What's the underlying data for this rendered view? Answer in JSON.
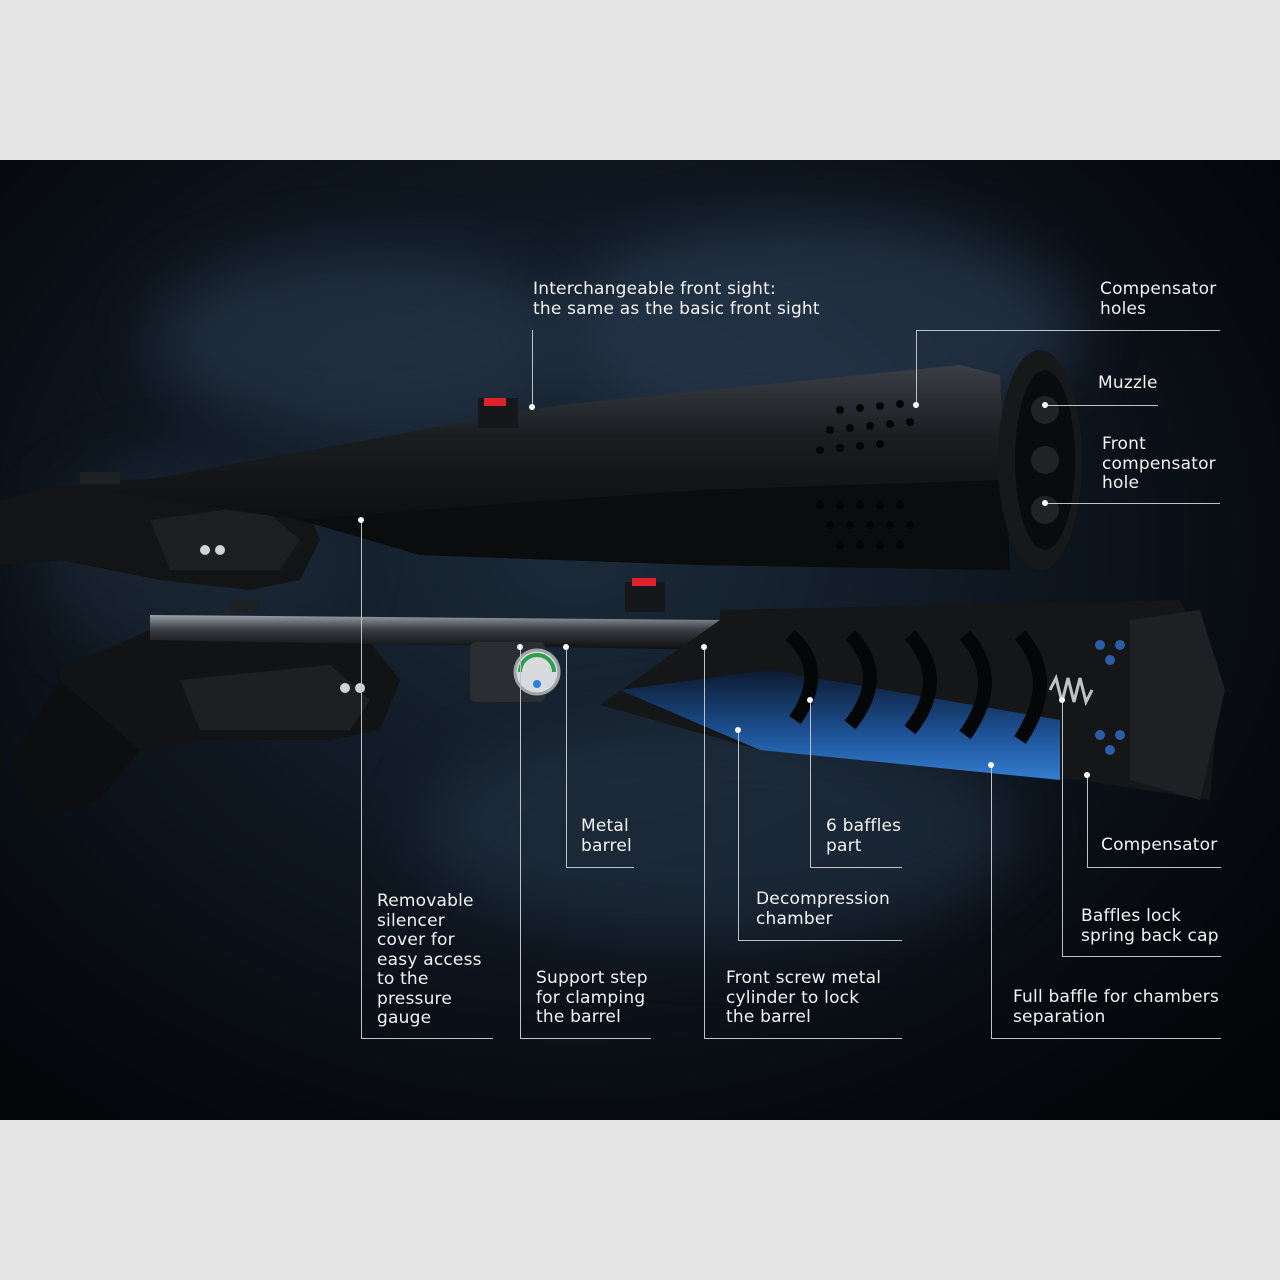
{
  "callouts": {
    "front_sight": "Interchangeable front sight:\nthe same as the basic front sight",
    "compensator_holes": "Compensator\nholes",
    "muzzle": "Muzzle",
    "front_compensator_hole": "Front\ncompensator\nhole",
    "metal_barrel": "Metal\nbarrel",
    "baffles_part": "6 baffles\npart",
    "compensator": "Compensator",
    "removable_cover": "Removable\nsilencer\ncover for\neasy access\nto the\npressure\ngauge",
    "decompression_chamber": "Decompression\nchamber",
    "baffles_lock": "Baffles lock\nspring back cap",
    "support_step": "Support step\nfor clamping\nthe barrel",
    "front_screw": "Front screw metal\ncylinder to lock\nthe barrel",
    "full_baffle": "Full baffle for chambers\nseparation"
  },
  "colors": {
    "background_outer": "#e5e5e5",
    "sight_red": "#e0202a",
    "glow_blue": "#2a7fe0"
  }
}
